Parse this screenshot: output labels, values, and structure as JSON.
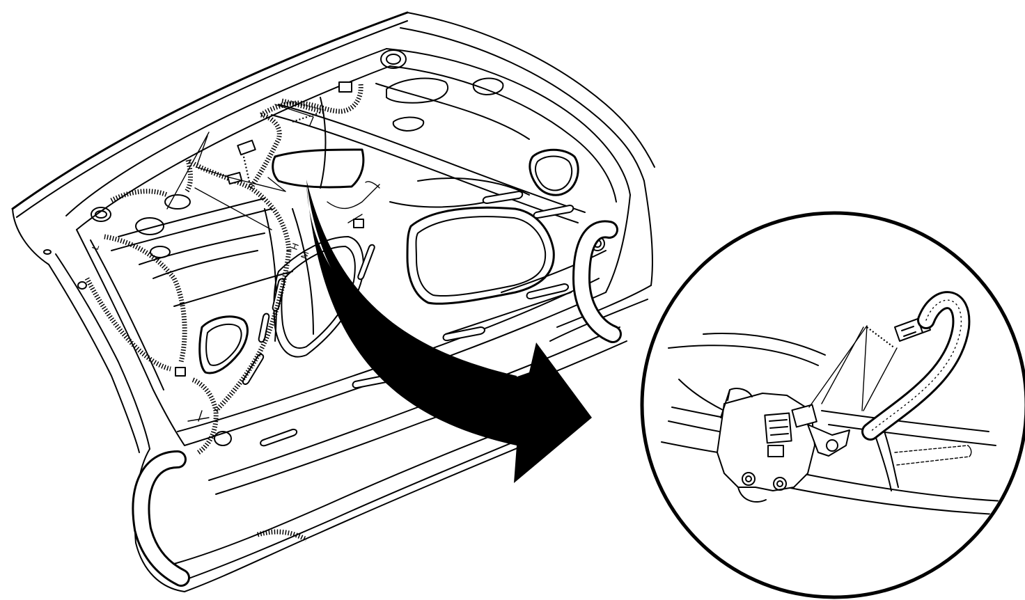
{
  "diagram": {
    "type": "line-art-exploded-view",
    "colors": {
      "ink": "#000000",
      "paper": "#ffffff"
    },
    "callout_letters": [
      "L",
      "H",
      "M"
    ],
    "detail": {
      "shape": "circle",
      "content": "latch-assembly-with-wiring-harness-connector"
    },
    "pointer": {
      "shape": "curved-arrow",
      "direction": "toward-detail"
    }
  }
}
